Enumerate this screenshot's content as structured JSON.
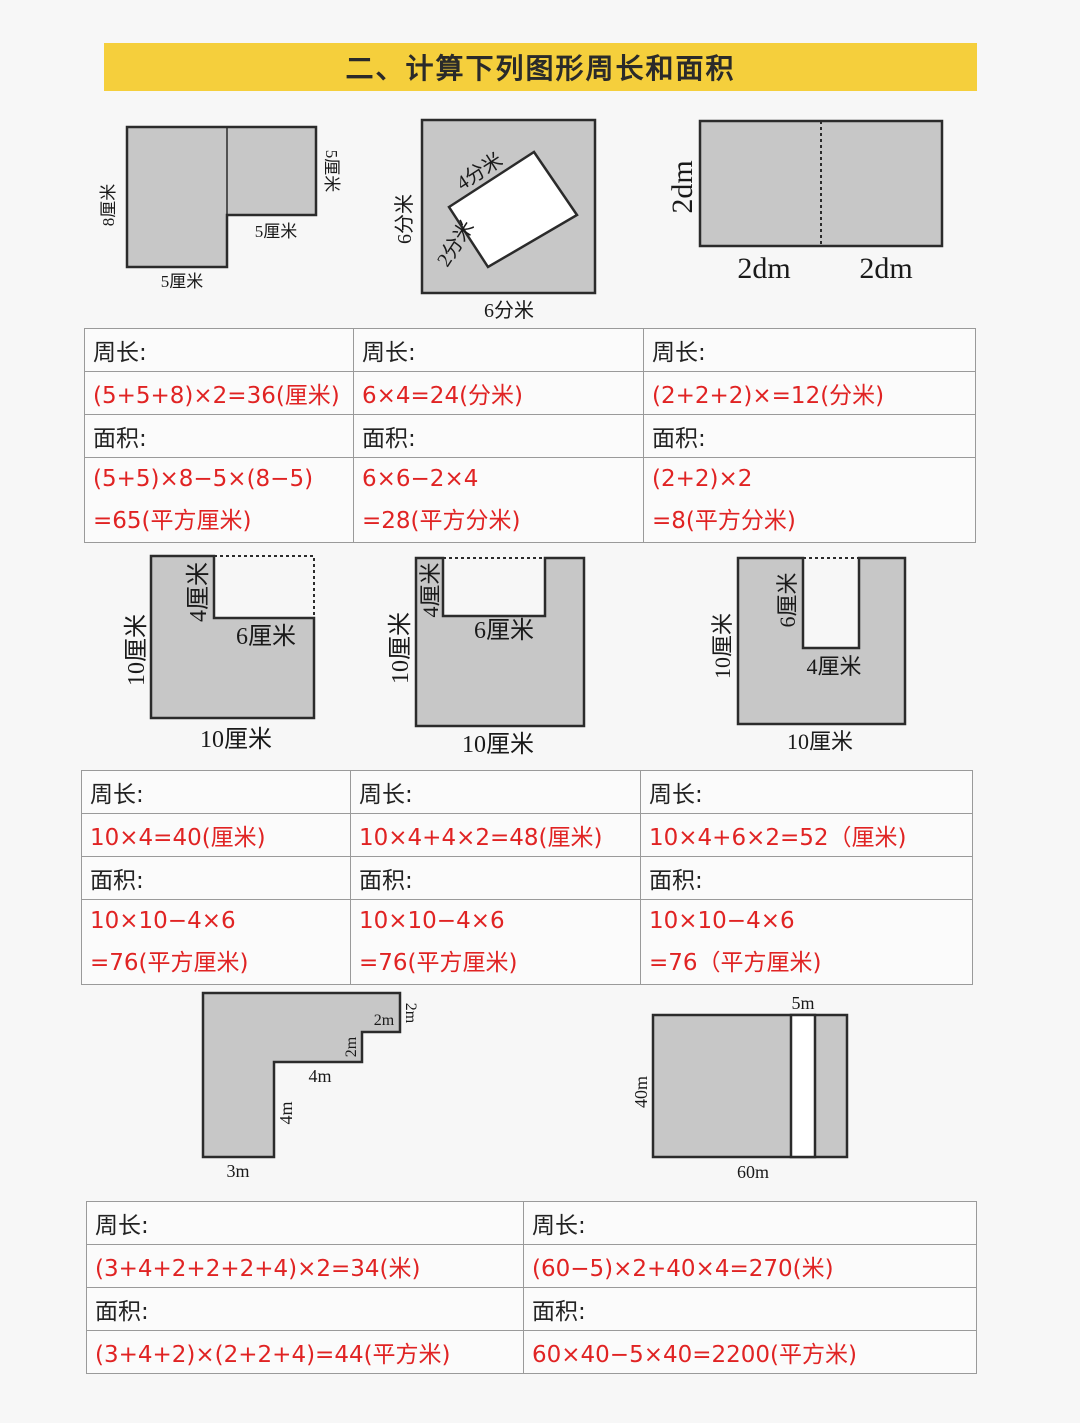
{
  "title": "二、计算下列图形周长和面积",
  "labels": {
    "perimeter": "周长:",
    "area": "面积:"
  },
  "row1": {
    "fig1": {
      "left": "8厘米",
      "bottom": "5厘米",
      "right": "5厘米",
      "step": "5厘米"
    },
    "fig2": {
      "long_side": "4分米",
      "short_side": "2分米",
      "left": "6分米",
      "bottom": "6分米"
    },
    "fig3": {
      "height": "2dm",
      "bottom_left": "2dm",
      "bottom_right": "2dm"
    },
    "answers": [
      {
        "perimeter": "(5+5+8)×2=36(厘米)",
        "area1": "(5+5)×8−5×(8−5)",
        "area2": "=65(平方厘米)"
      },
      {
        "perimeter": "6×4=24(分米)",
        "area1": "6×6−2×4",
        "area2": "=28(平方分米)"
      },
      {
        "perimeter": "(2+2+2)×=12(分米)",
        "area1": "(2+2)×2",
        "area2": "=8(平方分米)"
      }
    ]
  },
  "row2": {
    "fig1": {
      "left": "10厘米",
      "notch_h": "4厘米",
      "notch_w": "6厘米",
      "bottom": "10厘米"
    },
    "fig2": {
      "left": "10厘米",
      "notch_h": "4厘米",
      "notch_w": "6厘米",
      "bottom": "10厘米"
    },
    "fig3": {
      "left": "10厘米",
      "notch_h": "6厘米",
      "notch_w": "4厘米",
      "bottom": "10厘米"
    },
    "answers": [
      {
        "perimeter": "10×4=40(厘米)",
        "area1": "10×10−4×6",
        "area2": "=76(平方厘米)"
      },
      {
        "perimeter": "10×4+4×2=48(厘米)",
        "area1": "10×10−4×6",
        "area2": "=76(平方厘米)"
      },
      {
        "perimeter": "10×4+6×2=52（厘米)",
        "area1": "10×10−4×6",
        "area2": "=76（平方厘米)"
      }
    ]
  },
  "row3": {
    "fig1": {
      "bottom": "3m",
      "inner_v": "4m",
      "inner_h": "4m",
      "step1_v": "2m",
      "step1_h": "2m",
      "right": "2m"
    },
    "fig2": {
      "top": "5m",
      "left": "40m",
      "bottom": "60m"
    },
    "answers": [
      {
        "perimeter": "(3+4+2+2+2+4)×2=34(米)",
        "area": "(3+4+2)×(2+2+4)=44(平方米)"
      },
      {
        "perimeter": "(60−5)×2+40×4=270(米)",
        "area": "60×40−5×40=2200(平方米)"
      }
    ]
  }
}
